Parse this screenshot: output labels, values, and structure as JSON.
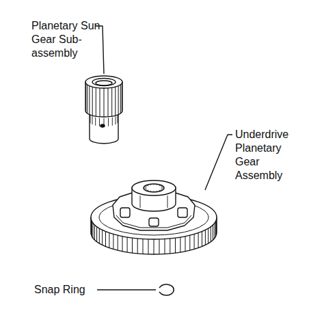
{
  "diagram": {
    "labels": [
      "Planetary Sun Gear Sub- assembly",
      "Underdrive Planetary Gear Assembly",
      "Snap Ring"
    ]
  }
}
